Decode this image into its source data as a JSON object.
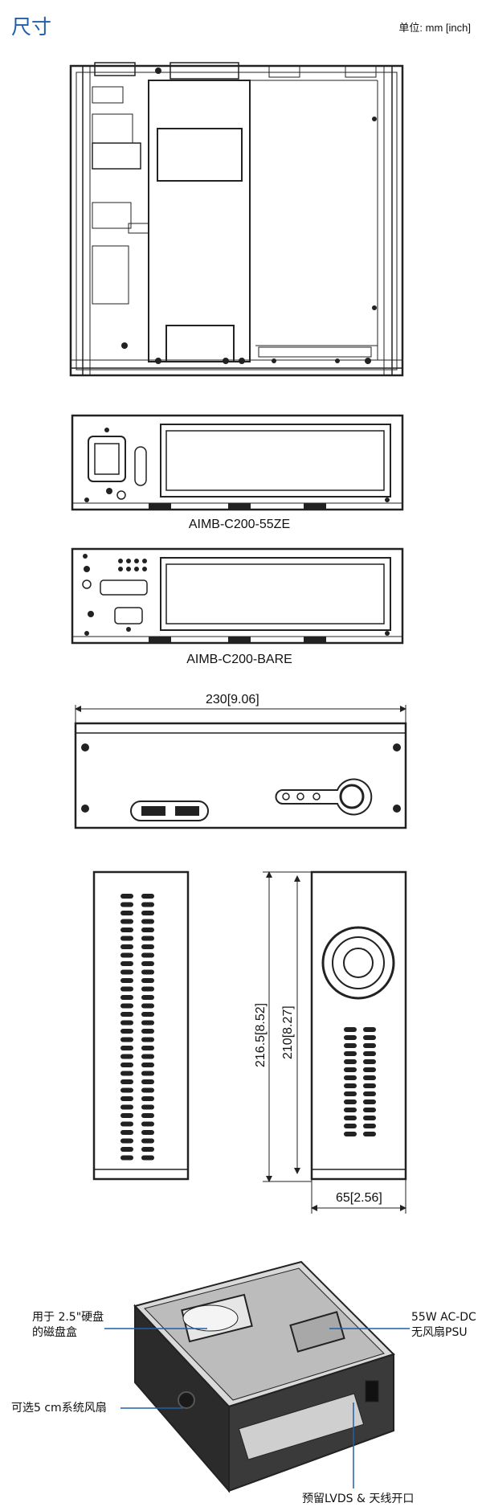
{
  "header": {
    "title": "尺寸",
    "unit": "单位: mm [inch]"
  },
  "views": {
    "rear_55ze_caption": "AIMB-C200-55ZE",
    "rear_bare_caption": "AIMB-C200-BARE",
    "front_width": "230[9.06]",
    "side_depth_outer": "216.5[8.52]",
    "side_depth_inner": "210[8.27]",
    "side_height": "65[2.56]"
  },
  "callouts": {
    "hdd_bay_line1": "用于 2.5\"硬盘",
    "hdd_bay_line2": "的磁盘盒",
    "psu_line1": "55W AC-DC",
    "psu_line2": "无风扇PSU",
    "fan": "可选5 cm系统风扇",
    "lvds": "预留LVDS & 天线开口"
  },
  "colors": {
    "title": "#1f5fa8",
    "callout_line": "#1f5fa8"
  }
}
